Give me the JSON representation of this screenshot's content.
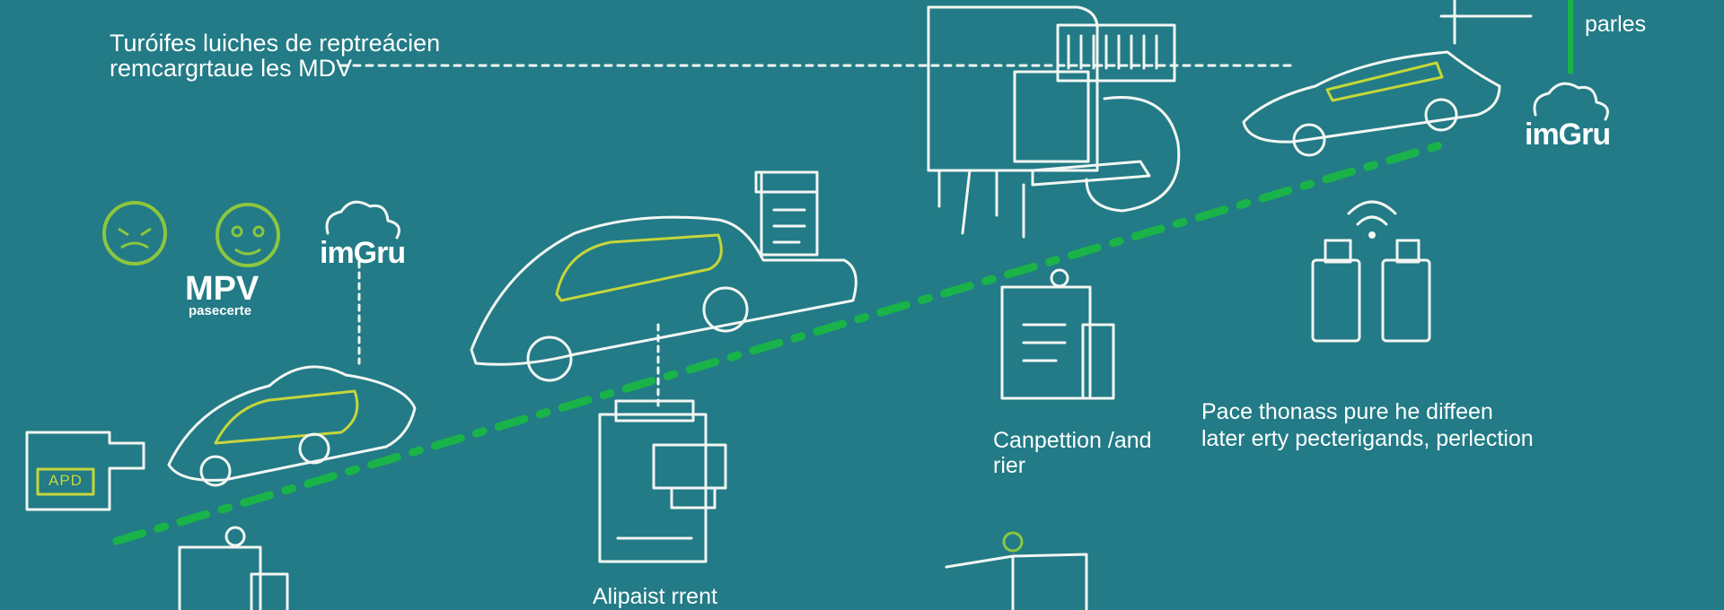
{
  "colors": {
    "background": "#227b86",
    "line": "#f2f6f3",
    "accent_yellow": "#c6d63a",
    "accent_green": "#19b34a",
    "smiley_green": "#8cc63f"
  },
  "header": {
    "line1": "Turóifes luiches de reptreácien",
    "line2": "remcargrtaue les MDV",
    "top_right": "parles"
  },
  "left_panel": {
    "mpv_title": "MPV",
    "mpv_subtitle": "pasecerte",
    "apd_label": "APD"
  },
  "logos": {
    "cloud_logo": "imGru"
  },
  "captions": {
    "middle": "Alipaist rrent",
    "center_line1": "Canpettion /and",
    "center_line2": "rier",
    "right_line1": "Pace thonass pure he diffeen",
    "right_line2": "later erty pecterigands, perlection"
  },
  "icons": [
    "sad-face-icon",
    "smiley-face-icon",
    "cloud-logo-icon",
    "file-box-icon",
    "car-icon",
    "document-icon",
    "printer-icon",
    "machine-icon",
    "open-book-icon",
    "bottles-icon",
    "wifi-icon"
  ]
}
